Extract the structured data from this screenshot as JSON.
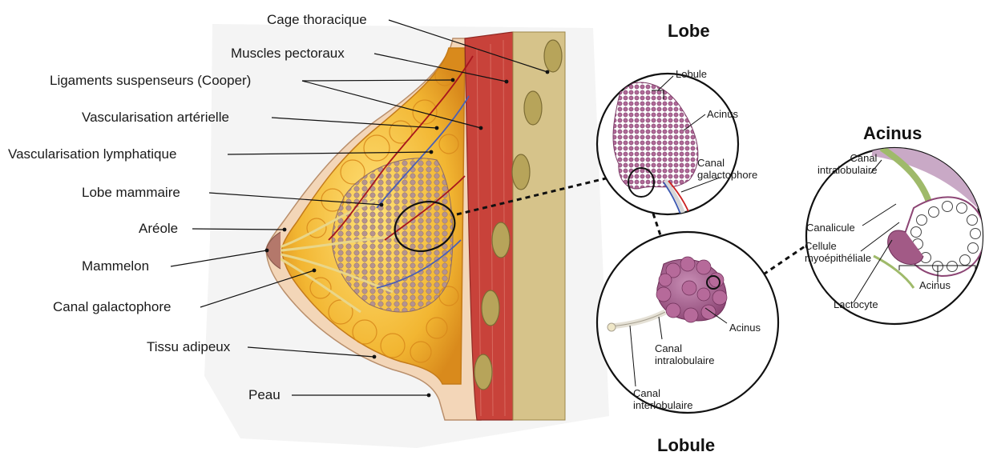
{
  "titles": {
    "lobe": "Lobe",
    "acinus": "Acinus",
    "lobule": "Lobule"
  },
  "breast_labels": {
    "cage": "Cage thoracique",
    "muscles": "Muscles pectoraux",
    "ligaments": "Ligaments suspenseurs (Cooper)",
    "arterial": "Vascularisation artérielle",
    "lymphatic": "Vascularisation lymphatique",
    "lobe_mammaire": "Lobe mammaire",
    "areole": "Aréole",
    "mammelon": "Mammelon",
    "canal": "Canal galactophore",
    "tissu": "Tissu adipeux",
    "peau": "Peau"
  },
  "lobe_labels": {
    "lobule": "Lobule",
    "acinus": "Acinus",
    "canal_line1": "Canal",
    "canal_line2": "galactophore"
  },
  "lobule_labels": {
    "acinus": "Acinus",
    "intra_line1": "Canal",
    "intra_line2": "intralobulaire",
    "inter_line1": "Canal",
    "inter_line2": "interlobulaire"
  },
  "acinus_labels": {
    "intra_line1": "Canal",
    "intra_line2": "intralobulaire",
    "canalicule": "Canalicule",
    "cellule_line1": "Cellule",
    "cellule_line2": "myoépithéliale",
    "acinus": "Acinus",
    "lactocyte": "Lactocyte"
  },
  "colors": {
    "fat": "#f2b632",
    "fat_dark": "#d98a1c",
    "muscle": "#c8423a",
    "lobule": "#a25a86",
    "skin": "#f3d6b8",
    "rib": "#b7a45a"
  }
}
